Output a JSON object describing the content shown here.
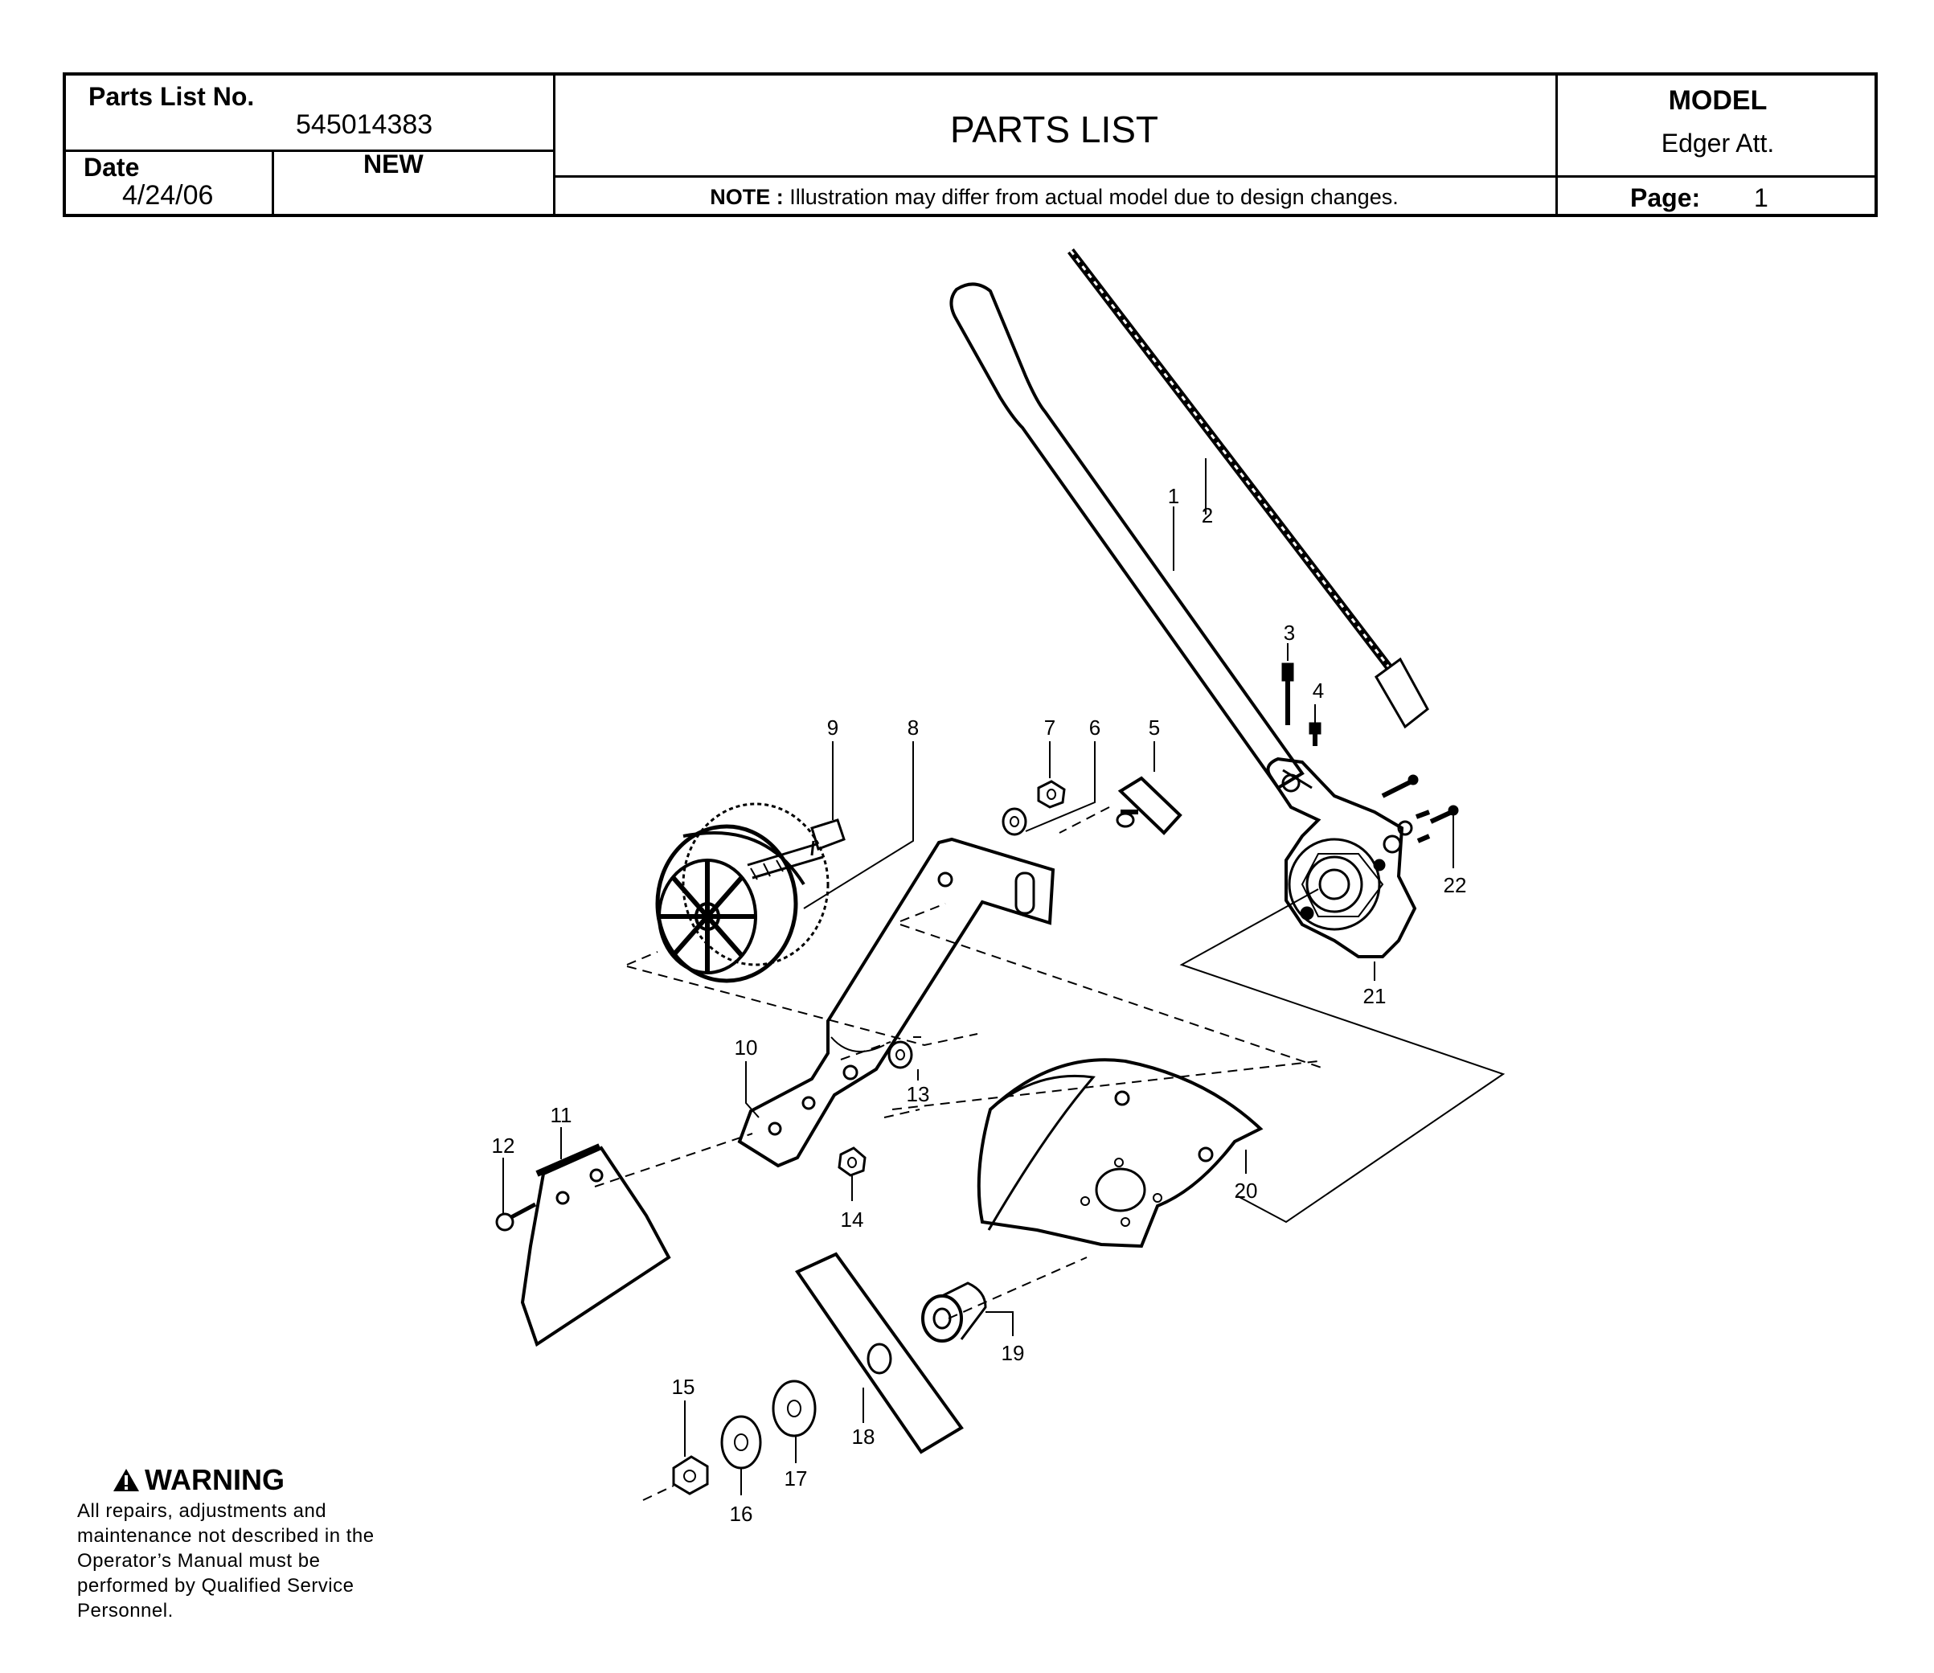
{
  "header": {
    "parts_list_no_label": "Parts List No.",
    "parts_list_no_value": "545014383",
    "date_label": "Date",
    "date_value": "4/24/06",
    "status": "NEW",
    "title": "PARTS LIST",
    "note_label": "NOTE :",
    "note_text": "Illustration may differ from actual model due to design changes.",
    "model_label": "MODEL",
    "model_value": "Edger Att.",
    "page_label": "Page:",
    "page_value": "1"
  },
  "callouts": [
    "1",
    "2",
    "3",
    "4",
    "5",
    "6",
    "7",
    "8",
    "9",
    "10",
    "11",
    "12",
    "13",
    "14",
    "15",
    "16",
    "17",
    "18",
    "19",
    "20",
    "21",
    "22"
  ],
  "warning": {
    "icon": "warning-triangle-icon",
    "title": "WARNING",
    "text": "All repairs, adjustments and maintenance not described in the Operator’s Manual must be performed by Qualified Service Personnel."
  }
}
